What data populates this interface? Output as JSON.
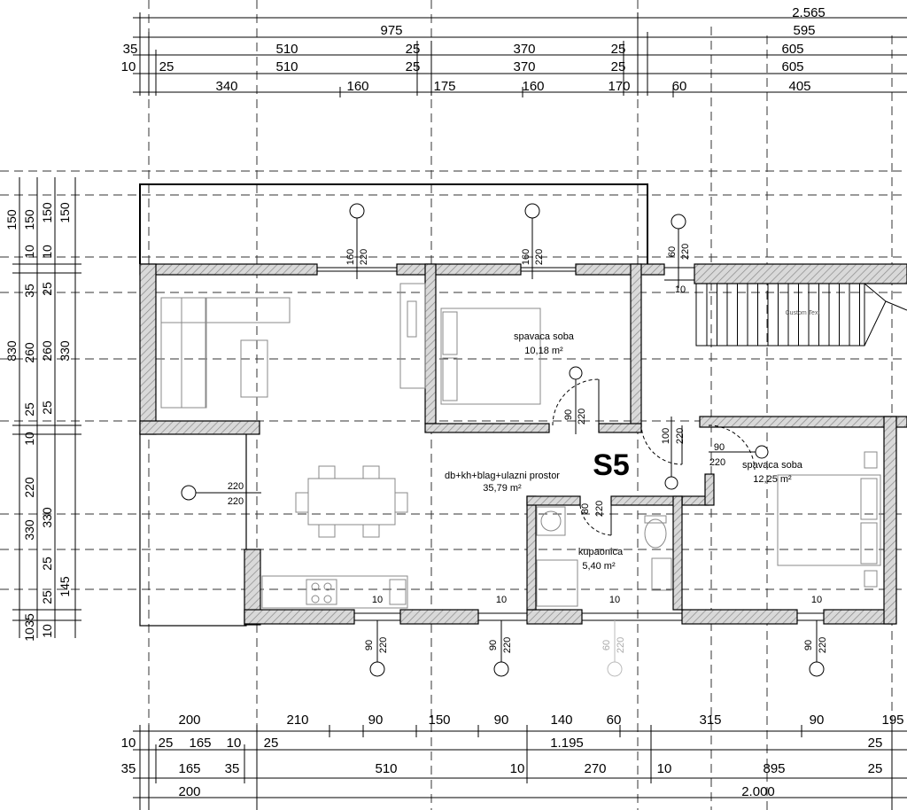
{
  "plan_label": "S5",
  "rooms": [
    {
      "name": "spavaca soba",
      "area": "10,18 m²"
    },
    {
      "name": "db+kh+blag+ulazni prostor",
      "area": "35,79 m²"
    },
    {
      "name": "spavaca soba",
      "area": "12,25 m²"
    },
    {
      "name": "kupaonica",
      "area": "5,40 m²"
    }
  ],
  "stair_text": "Custom Text",
  "dims_top": {
    "row1": [
      "2.565"
    ],
    "row2": [
      "975",
      "595"
    ],
    "row3": [
      "35",
      "510",
      "25",
      "370",
      "25",
      "605"
    ],
    "row4": [
      "10",
      "25",
      "510",
      "25",
      "370",
      "25",
      "605"
    ],
    "row5": [
      "340",
      "160",
      "175",
      "160",
      "170",
      "60",
      "405"
    ]
  },
  "dims_bottom": {
    "row1": [
      "200",
      "210",
      "90",
      "150",
      "90",
      "140",
      "60",
      "315",
      "90",
      "195"
    ],
    "row2": [
      "10",
      "25",
      "165",
      "10",
      "25",
      "1.195",
      "25"
    ],
    "row3": [
      "35",
      "165",
      "35",
      "510",
      "10",
      "270",
      "10",
      "895",
      "25"
    ],
    "row4": [
      "200",
      "2.000"
    ]
  },
  "dims_left": {
    "col1": [
      "150",
      "830",
      "35"
    ],
    "col2": [
      "150",
      "10",
      "35",
      "260",
      "25",
      "10",
      "220",
      "330",
      "25",
      "10"
    ],
    "col3": [
      "150",
      "10",
      "25",
      "260",
      "25",
      "330",
      "145",
      "25",
      "10"
    ],
    "col4": [
      "150",
      "330"
    ]
  },
  "openings": {
    "w1": [
      "160",
      "220"
    ],
    "w2": [
      "160",
      "220"
    ],
    "w3": [
      "60",
      "220"
    ],
    "w3b": "10",
    "d1": [
      "90",
      "220"
    ],
    "d2": [
      "100",
      "220"
    ],
    "d3": [
      "90",
      "220"
    ],
    "d4": [
      "80",
      "220"
    ],
    "w4": [
      "220",
      "220"
    ],
    "b1": [
      "10",
      "90",
      "220"
    ],
    "b2": [
      "10",
      "90",
      "220"
    ],
    "b3": [
      "10",
      "60",
      "220"
    ],
    "b4": [
      "10",
      "90",
      "220"
    ]
  }
}
